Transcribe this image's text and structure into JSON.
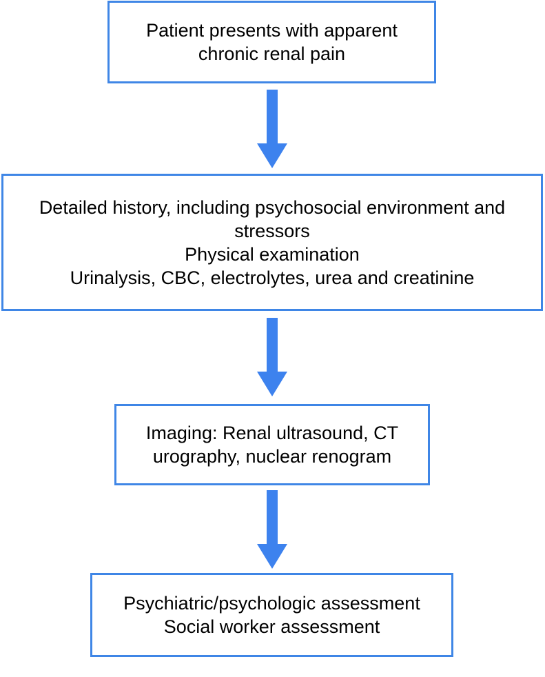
{
  "colors": {
    "box_border": "#3f86e6",
    "arrow": "#3d82ee",
    "text": "#000000",
    "background": "#ffffff"
  },
  "boxes": {
    "presentation": {
      "lines": [
        "Patient presents with apparent",
        "chronic renal pain"
      ]
    },
    "history": {
      "lines": [
        "Detailed history, including psychosocial environment and",
        "stressors",
        "Physical examination",
        "Urinalysis, CBC, electrolytes, urea and creatinine"
      ]
    },
    "imaging": {
      "lines": [
        "Imaging: Renal ultrasound, CT",
        "urography, nuclear renogram"
      ]
    },
    "assessment": {
      "lines": [
        "Psychiatric/psychologic assessment",
        "Social worker assessment"
      ]
    }
  },
  "arrows": [
    {
      "from": "presentation",
      "to": "history"
    },
    {
      "from": "history",
      "to": "imaging"
    },
    {
      "from": "imaging",
      "to": "assessment"
    }
  ]
}
